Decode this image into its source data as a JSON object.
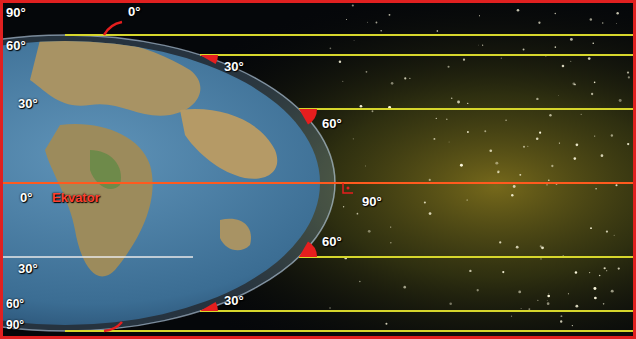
{
  "diagram": {
    "labels": [
      "90°",
      "0°",
      "60°",
      "30°",
      "30°",
      "60°",
      "0°",
      "Ekvator",
      "90°",
      "60°",
      "30°",
      "60°",
      "30°",
      "90°"
    ]
  }
}
